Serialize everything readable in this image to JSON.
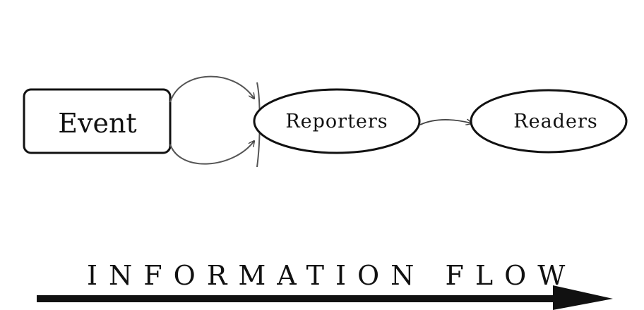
{
  "nodes": {
    "event": {
      "label": "Event"
    },
    "reporters": {
      "label": "Reporters"
    },
    "readers": {
      "label": "Readers"
    }
  },
  "flow": {
    "label": "INFORMATION FLOW"
  },
  "colors": {
    "stroke": "#111111",
    "connector": "#555555",
    "background": "#ffffff"
  }
}
